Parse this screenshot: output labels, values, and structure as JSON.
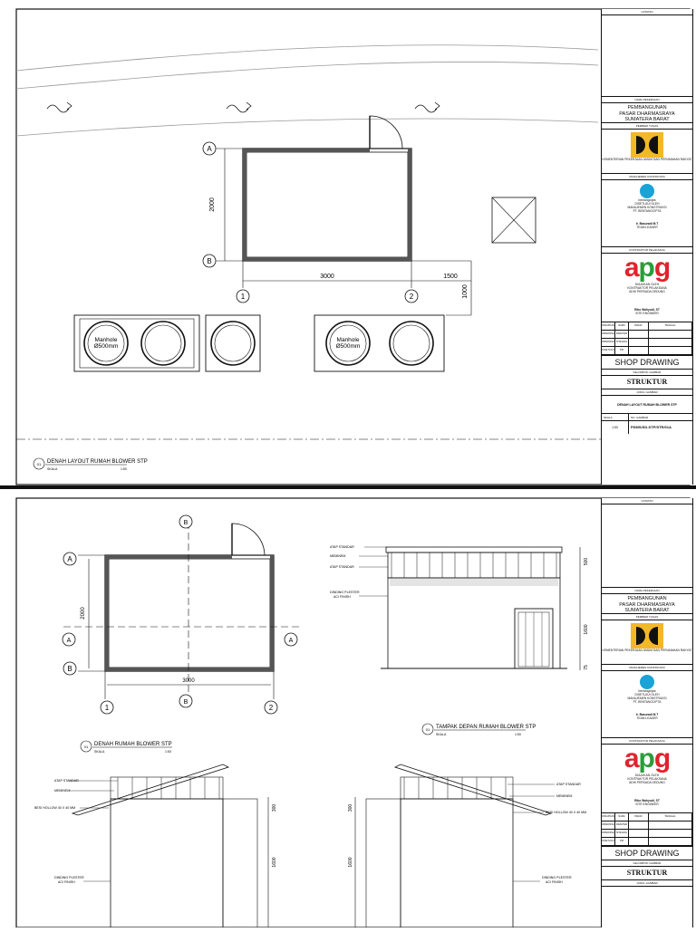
{
  "sheet1": {
    "axes": {
      "a": "A",
      "b": "B",
      "one": "1",
      "two": "2"
    },
    "dims": {
      "v2000": "2000",
      "h3000": "3000",
      "h1500": "1500",
      "v1000": "1000"
    },
    "manholes": {
      "m1": "Manhole",
      "m1b": "Ø500mm",
      "m2": "Manhole",
      "m2b": "Ø500mm"
    },
    "caption": {
      "num": "01",
      "title": "DENAH LAYOUT RUMAH BLOWER STP",
      "sub": "SKALA",
      "sub2": "1:50"
    }
  },
  "sheet2": {
    "axes": {
      "a": "A",
      "b": "B",
      "one": "1",
      "two": "2",
      "s1": "B",
      "s2": "B",
      "s3": "A",
      "s4": "A"
    },
    "dims": {
      "v2000": "2000",
      "h3000": "3000",
      "e500": "500",
      "e1600": "1600",
      "e75": "75"
    },
    "captions": {
      "plan_num": "01",
      "plan": "DENAH RUMAH BLOWER STP",
      "front_num": "01",
      "front": "TAMPAK DEPAN RUMAH BLOWER STP",
      "skala": "SKALA",
      "skala_val": "1:50"
    },
    "labels": {
      "atap": "ATAP STANDAR",
      "meminem": "MEMINEM",
      "atap2": "ATAP STANDAR",
      "dinding": "DINDING PLESTER",
      "dinding2": "ACI FINISH",
      "hollow": "BESI HOLLOW 40 X 40 MM",
      "sec_atap": "ATAP STANDAR",
      "sec_mem": "MEMINEM",
      "sec_hollow": "BESI HOLLOW 40 X 40 MM",
      "sec_dind": "DINDING PLESTER",
      "sec_dind2": "ACI FINISH",
      "sec_atap_r": "ATAP STANDAR",
      "sec_mem_r": "MEMINEM",
      "sec_hollow_r": "BESI HOLLOW 40 X 40 MM",
      "sec_dind_r": "DINDING PLESTER",
      "sec_dind2_r": "ACI FINISH",
      "d300l": "300",
      "d1600l": "1600",
      "d300r": "300",
      "d1600r": "1600"
    }
  },
  "titleblock": {
    "catatan": "CATATAN",
    "nama_pekerjaan": "NAMA PEKERJAAN",
    "project1": "PEMBANGUNAN",
    "project2": "PASAR DHARMASRAYA",
    "project3": "SUMATERA BARAT",
    "pemberi_tugas": "PEMBERI TUGAS",
    "pu_text": "KEMENTERIAN PEKERJAAN UMUM DAN PERUMAHAN RAKYAT",
    "mk": "MANAJEMEN KONSTRUKSI",
    "mk_logo": "bentangcipta",
    "mk_text1": "DISETUJUI OLEH",
    "mk_text2": "MANAJEMEN KONSTRUKSI",
    "mk_text3": "PT. BENTANGCIPTA",
    "mk_person": "Ir. Basuradi M.T",
    "mk_role": "TEAM LEADER",
    "kontraktor": "KONTRAKTOR PELAKSANA",
    "apg": "apg",
    "kp_text1": "DIAJUKAN OLEH",
    "kp_text2": "KONTRAKTOR PELAKSANA",
    "kp_text3": "ADHI PERSADA GEDUNG",
    "kp_person": "Riko Wahyudi, ST",
    "kp_role": "SITE ENGINEER",
    "tbl": [
      "DISIAPKAN",
      "NAMA",
      "PARAF",
      "TANGGAL",
      "DIPERIKSA",
      "DRAFTER",
      "",
      "",
      "DIPERIKSA",
      "SITE ENG",
      "",
      "",
      "DISETUJUI",
      "PM",
      "",
      ""
    ],
    "shop": "SHOP DRAWING",
    "kelompok": "KELOMPOK GAMBAR",
    "struktur": "STRUKTUR",
    "judul": "JUDUL GAMBAR",
    "judul_val": "DENAH LAYOUT RUMAH BLOWER STP",
    "skala": "SKALA",
    "skala_val": "1:50",
    "no": "NO. GAMBAR",
    "no_val": "PDMS/SD-STP/STR/01A"
  }
}
